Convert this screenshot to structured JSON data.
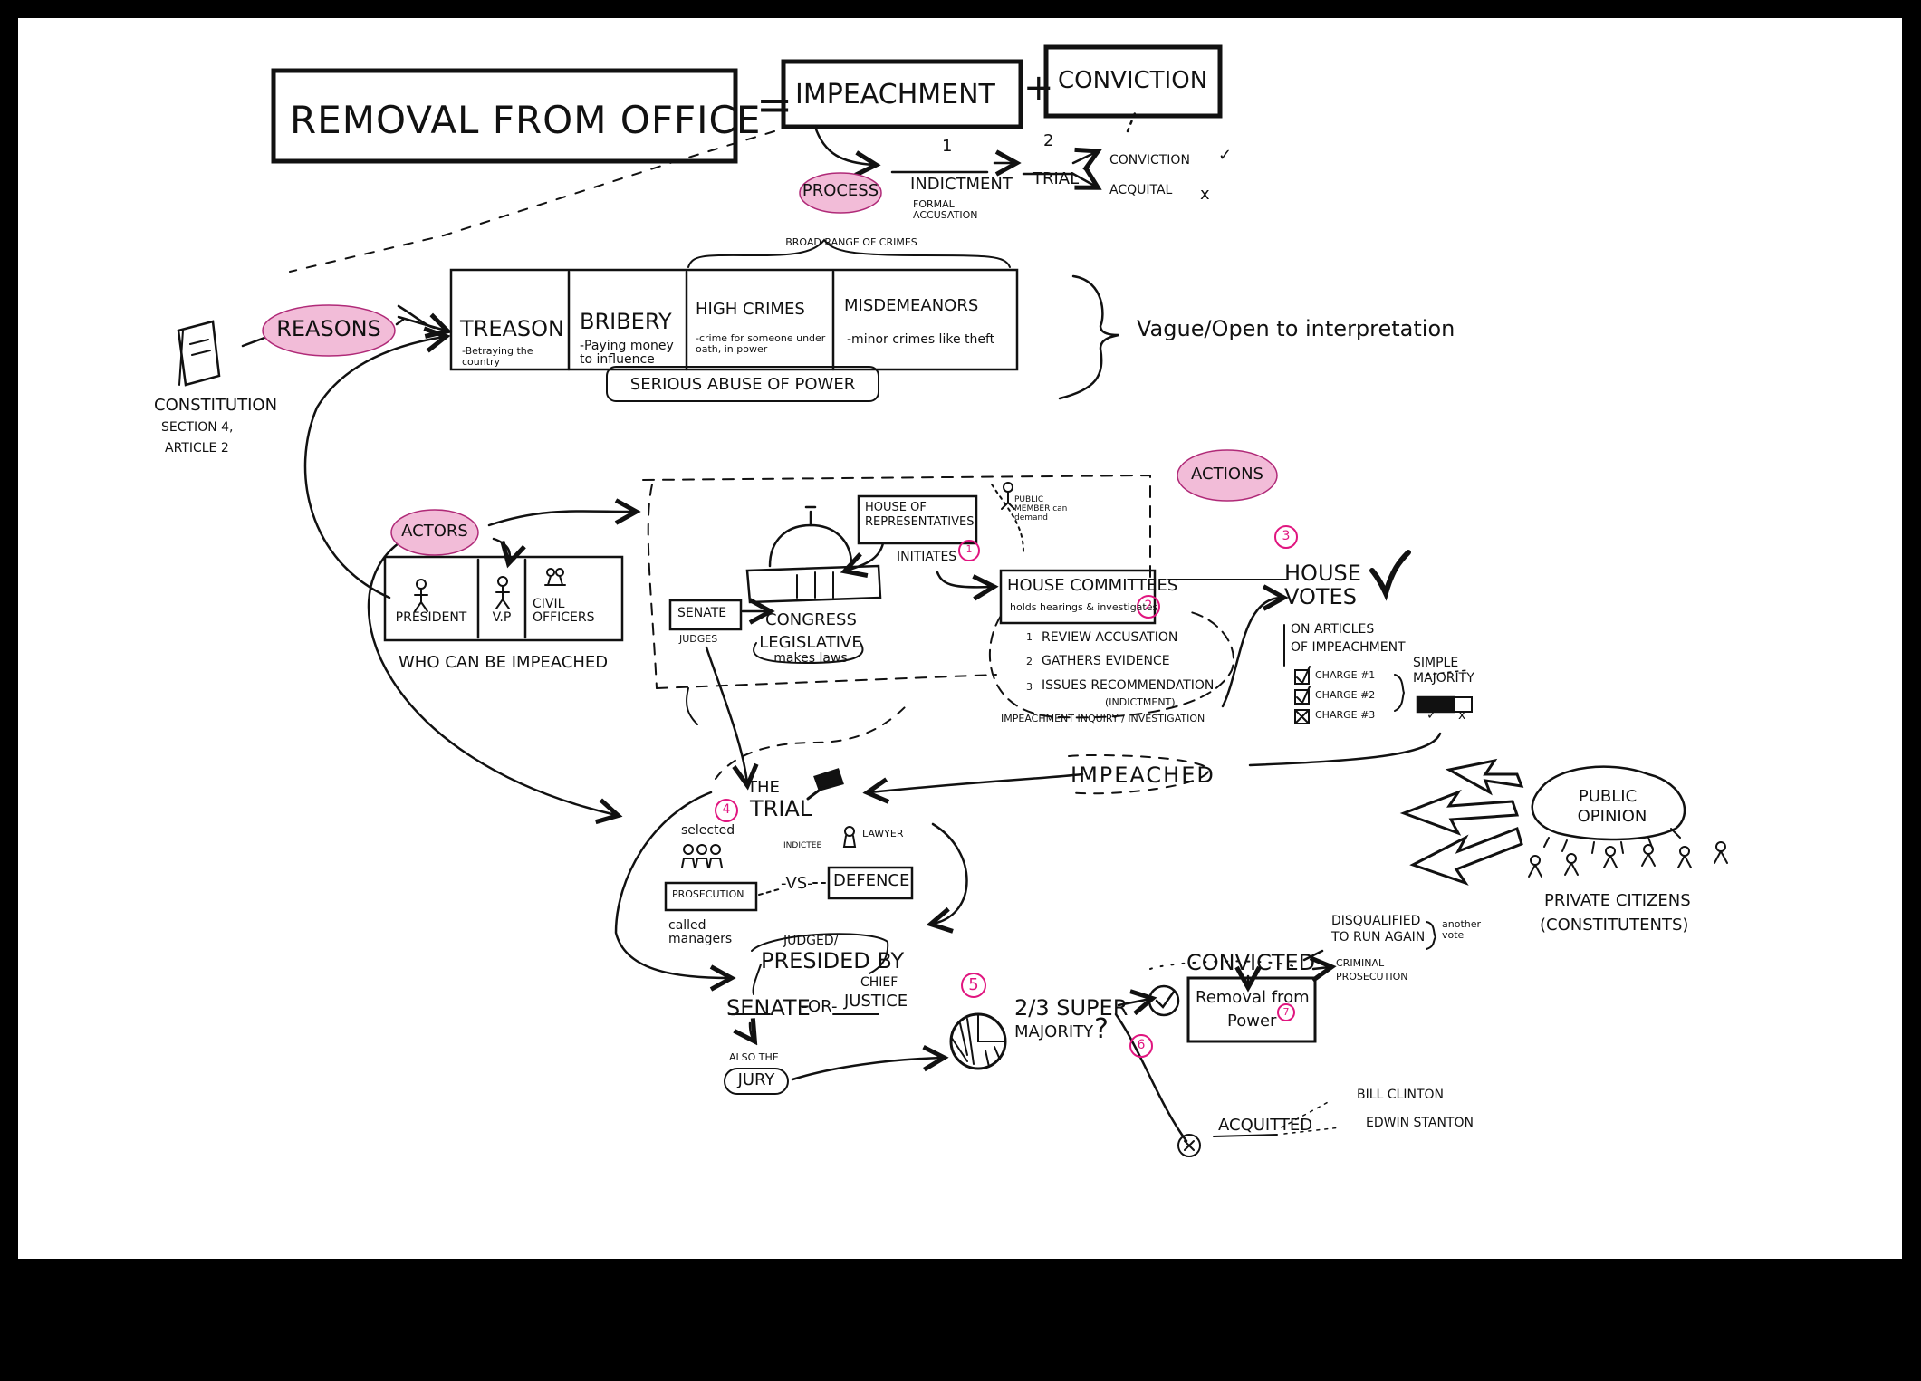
{
  "title": {
    "removal": "REMOVAL FROM OFFICE",
    "equals": "=",
    "impeachment": "IMPEACHMENT",
    "plus": "+",
    "conviction": "CONVICTION"
  },
  "process": {
    "label": "PROCESS",
    "step1_num": "1",
    "step2_num": "2",
    "indictment": "INDICTMENT",
    "indictment_note": "FORMAL ACCUSATION",
    "trial": "TRIAL",
    "conviction": "CONVICTION",
    "acquittal": "ACQUITAL",
    "check": "✓",
    "cross": "x"
  },
  "reasons": {
    "label": "REASONS",
    "broad_range": "BROAD RANGE OF CRIMES",
    "crimes": [
      {
        "name": "TREASON",
        "note": "-Betraying the country"
      },
      {
        "name": "BRIBERY",
        "note": "-Paying money to influence"
      },
      {
        "name": "HIGH CRIMES",
        "note": "-crime for someone under oath, in power"
      },
      {
        "name": "MISDEMEANORS",
        "note": "-minor crimes like theft"
      }
    ],
    "abuse": "SERIOUS ABUSE OF POWER",
    "vague": "Vague/Open to interpretation"
  },
  "constitution": {
    "label": "CONSTITUTION",
    "section": "SECTION 4,",
    "article": "ARTICLE 2"
  },
  "actors": {
    "label": "ACTORS",
    "items": [
      "PRESIDENT",
      "V.P",
      "CIVIL OFFICERS"
    ],
    "caption": "WHO CAN BE IMPEACHED"
  },
  "congress": {
    "house": "HOUSE OF REPRESENTATIVES",
    "public": "PUBLIC MEMBER can demand",
    "initiates": "INITIATES",
    "initiates_num": "1",
    "senate": "SENATE",
    "judges": "JUDGES",
    "congress": "CONGRESS",
    "legislative": "LEGISLATIVE",
    "makes_laws": "makes laws"
  },
  "actions": {
    "label": "ACTIONS",
    "committee": "HOUSE COMMITTEES",
    "committee_note": "holds hearings & investigates",
    "num": "2",
    "steps": [
      "REVIEW ACCUSATION",
      "GATHERS EVIDENCE",
      "ISSUES RECOMMENDATION"
    ],
    "step_nums": [
      "1",
      "2",
      "3"
    ],
    "indictment": "(INDICTMENT)",
    "inquiry": "IMPEACHMENT INQUIRY / INVESTIGATION"
  },
  "votes": {
    "num": "3",
    "title": "HOUSE VOTES",
    "check": "✓",
    "sub1": "ON ARTICLES",
    "sub2": "OF IMPEACHMENT",
    "charges": [
      "CHARGE #1",
      "CHARGE #2",
      "CHARGE #3"
    ],
    "majority1": "SIMPLE",
    "majority2": "MAJORITY",
    "tick": "✓",
    "x": "x"
  },
  "impeached": "IMPEACHED",
  "trial": {
    "the": "THE",
    "trial": "TRIAL",
    "num": "4",
    "selected": "selected",
    "prosecution": "PROSECUTION",
    "called_managers": "called managers",
    "vs": "-VS-",
    "defence": "DEFENCE",
    "indictee": "INDICTEE",
    "lawyer": "LAWYER",
    "judged": "JUDGED/",
    "presided": "PRESIDED BY",
    "senate": "SENATE",
    "or": "-OR-",
    "chief": "CHIEF",
    "justice": "JUSTICE",
    "also": "ALSO THE",
    "jury": "JURY"
  },
  "outcome": {
    "num5": "5",
    "super1": "2/3 SUPER",
    "super2": "MAJORITY",
    "q": "?",
    "num6": "6",
    "convicted": "CONVICTED",
    "removal1": "Removal from",
    "removal2": "Power",
    "num7": "7",
    "disq1": "DISQUALIFIED",
    "disq2": "TO RUN AGAIN",
    "another": "another vote",
    "criminal1": "CRIMINAL",
    "criminal2": "PROSECUTION",
    "acquitted": "ACQUITTED",
    "names": [
      "BILL CLINTON",
      "EDWIN STANTON"
    ]
  },
  "public": {
    "opinion1": "PUBLIC",
    "opinion2": "OPINION",
    "citizens": "PRIVATE CITIZENS",
    "constituents": "(CONSTITUTENTS)"
  },
  "colors": {
    "accent": "#e0157f",
    "highlight": "#f2bcd8",
    "ink": "#111111"
  }
}
